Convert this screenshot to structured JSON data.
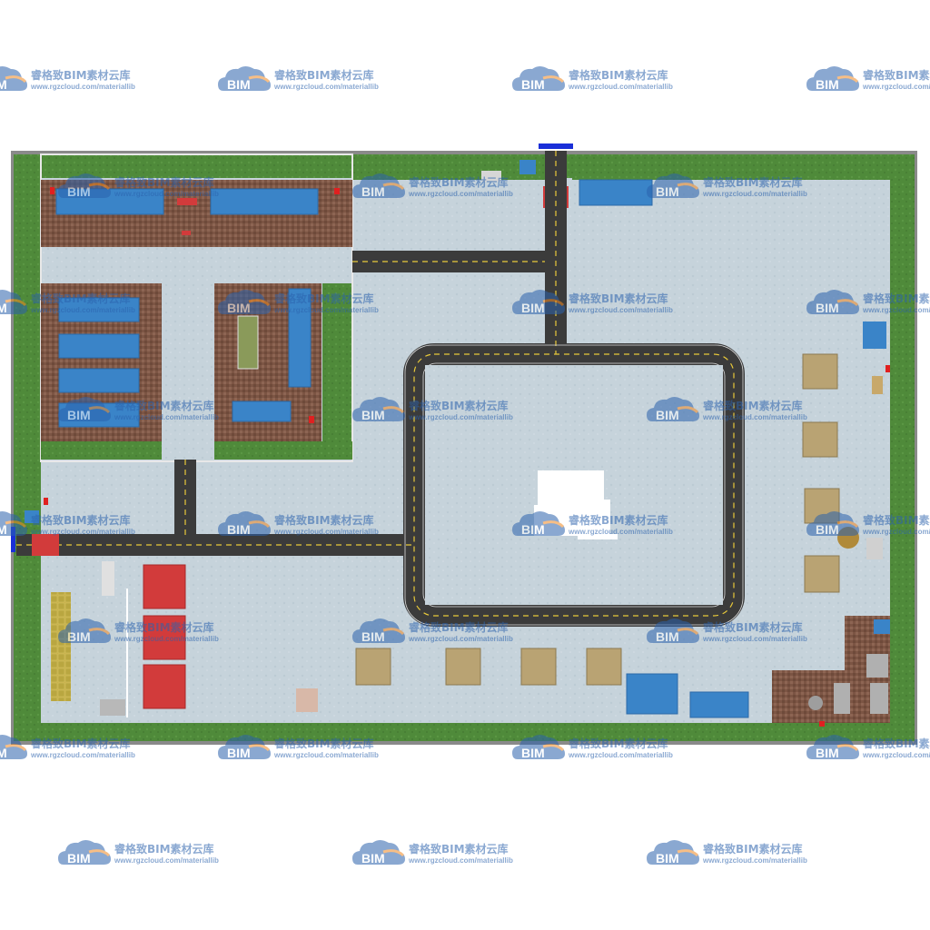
{
  "watermark": {
    "logo_text": "BIM",
    "title": "睿格致BIM素材云库",
    "url": "www.rgzcloud.com/materiallib",
    "logo_colors": {
      "cloud": "#2b62ad",
      "swoosh": "#f08a24"
    }
  },
  "site_plan": {
    "view": "top-down construction site layout",
    "colors": {
      "border_wall": "#8a8a8a",
      "grass": "#4f8a3a",
      "yard": "#c6d3db",
      "road": "#3b3b3b",
      "road_marking": "#e8c93a",
      "brick_pavement": "#7c5544",
      "blue_roof": "#3a84c8",
      "red_roof": "#d23b3b",
      "tan_roof": "#b9a373",
      "gate": "#1a2fd8"
    },
    "icons": [
      "gate-icon",
      "fire-extinguisher-icon",
      "tower-crane-icon"
    ]
  }
}
